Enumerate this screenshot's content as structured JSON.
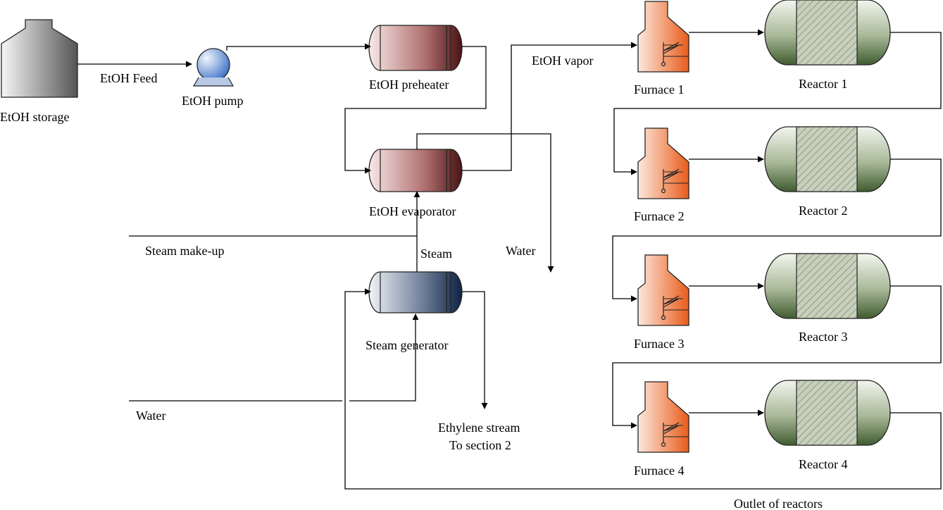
{
  "labels": {
    "etoh_storage": "EtOH storage",
    "etoh_feed": "EtOH Feed",
    "etoh_pump": "EtOH pump",
    "etoh_preheater": "EtOH preheater",
    "etoh_vapor": "EtOH vapor",
    "etoh_evaporator": "EtOH evaporator",
    "steam_makeup": "Steam make-up",
    "steam": "Steam",
    "water_evap": "Water",
    "steam_generator": "Steam generator",
    "water_feed": "Water",
    "ethylene_stream": "Ethylene stream",
    "to_section_2": "To section 2",
    "furnace_1": "Furnace 1",
    "furnace_2": "Furnace 2",
    "furnace_3": "Furnace 3",
    "furnace_4": "Furnace 4",
    "reactor_1": "Reactor 1",
    "reactor_2": "Reactor 2",
    "reactor_3": "Reactor 3",
    "reactor_4": "Reactor 4",
    "outlet_of_reactors": "Outlet of reactors"
  },
  "colors": {
    "storage_light": "#f4f4f4",
    "storage_dark": "#5a5a5a",
    "pump_light": "#e6f0fb",
    "pump_dark": "#3f73c9",
    "preheater_light": "#f7e6e6",
    "preheater_dark": "#5a1c1c",
    "steamgen_light": "#eef2f8",
    "steamgen_dark": "#142a4a",
    "furnace_light": "#fdebe3",
    "furnace_dark": "#e8601e",
    "reactor_light": "#e8eee0",
    "reactor_dark": "#4a6838",
    "hatch": "#8a9a7a"
  }
}
